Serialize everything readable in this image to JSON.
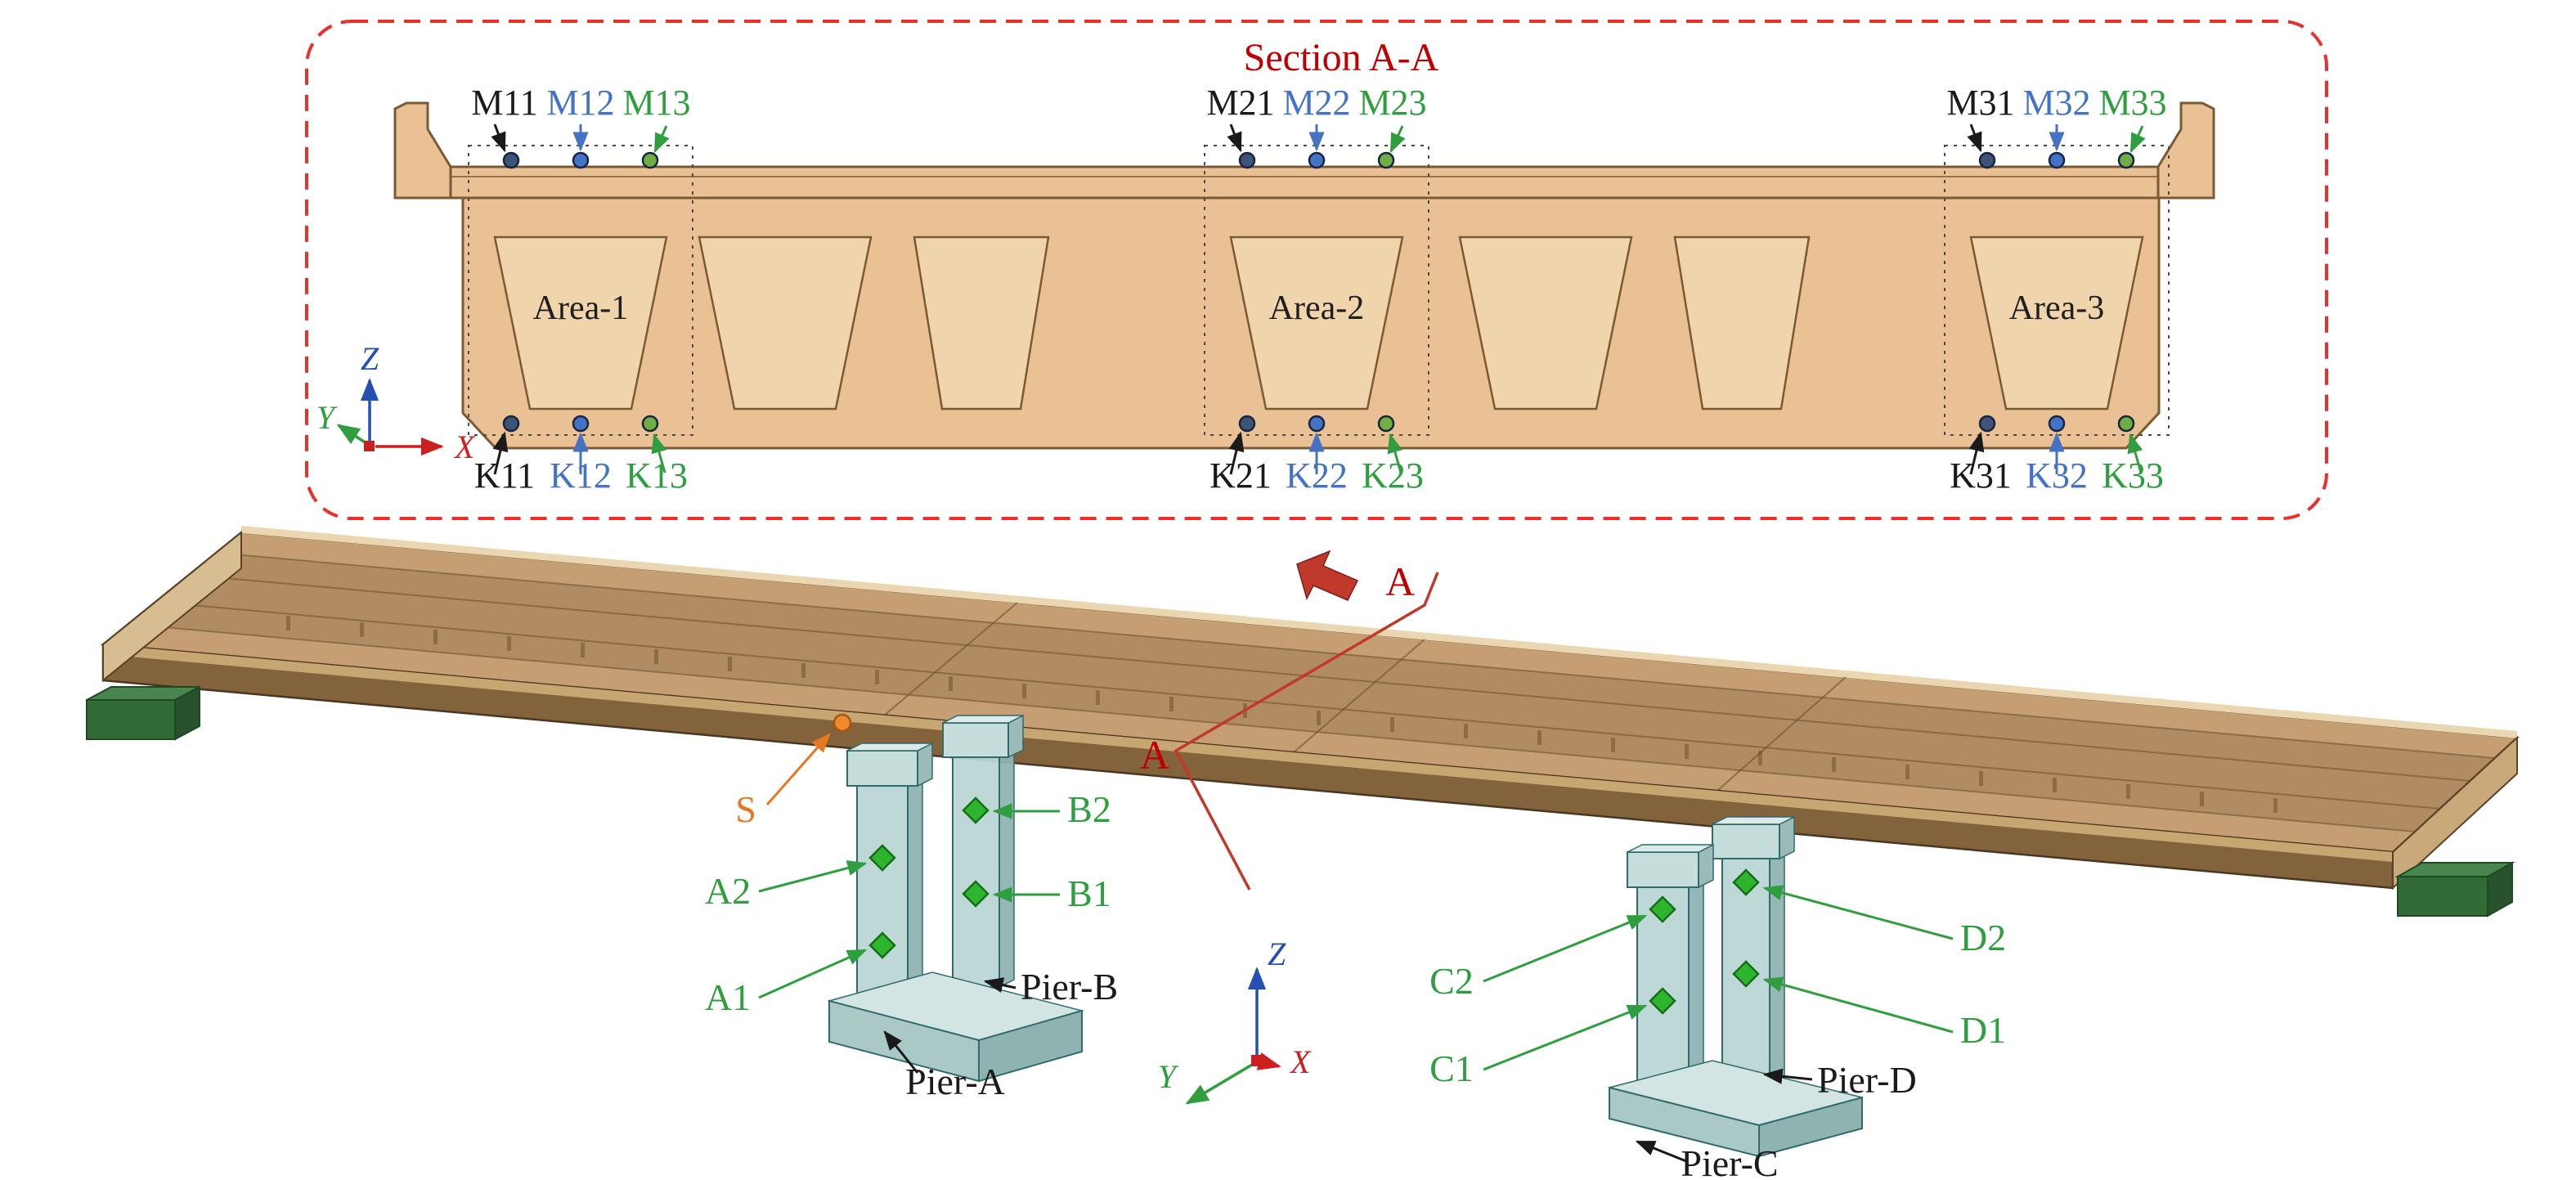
{
  "section_view": {
    "title": "Section A-A",
    "area_labels": [
      "Area-1",
      "Area-2",
      "Area-3"
    ],
    "top_sensor_groups": [
      {
        "labels": [
          "M11",
          "M12",
          "M13"
        ]
      },
      {
        "labels": [
          "M21",
          "M22",
          "M23"
        ]
      },
      {
        "labels": [
          "M31",
          "M32",
          "M33"
        ]
      }
    ],
    "bottom_sensor_groups": [
      {
        "labels": [
          "K11",
          "K12",
          "K13"
        ]
      },
      {
        "labels": [
          "K21",
          "K22",
          "K23"
        ]
      },
      {
        "labels": [
          "K31",
          "K32",
          "K33"
        ]
      }
    ],
    "axes": {
      "x": "X",
      "y": "Y",
      "z": "Z"
    }
  },
  "model_view": {
    "section_cut_label_top": "A",
    "section_cut_label_bottom": "A",
    "surface_sensor_label": "S",
    "sensor_labels": {
      "a1": "A1",
      "a2": "A2",
      "b1": "B1",
      "b2": "B2",
      "c1": "C1",
      "c2": "C2",
      "d1": "D1",
      "d2": "D2"
    },
    "pier_labels": {
      "pier_a": "Pier-A",
      "pier_b": "Pier-B",
      "pier_c": "Pier-C",
      "pier_d": "Pier-D"
    },
    "axes": {
      "x": "X",
      "y": "Y",
      "z": "Z"
    }
  },
  "colors": {
    "dashed_border": "#e8312a",
    "section_title": "#c00000",
    "deck_fill": "#e9c194",
    "cell_fill": "#f0d4ac",
    "deck_outline": "#7a5a33",
    "model_deck": "#c2996b",
    "pier_fill": "#b9d6d4",
    "pier_outline": "#2f6b6b",
    "abutment_green": "#336b38",
    "marker_green": "#2db52d",
    "label_green": "#2e9e3e",
    "label_blue": "#4472c4",
    "label_black": "#1a1a1a",
    "label_orange": "#e87722",
    "cut_red": "#c0392b",
    "axis_x_red": "#cc1f1f",
    "axis_y_green": "#2e9e3e",
    "axis_z_blue": "#2450b4"
  }
}
